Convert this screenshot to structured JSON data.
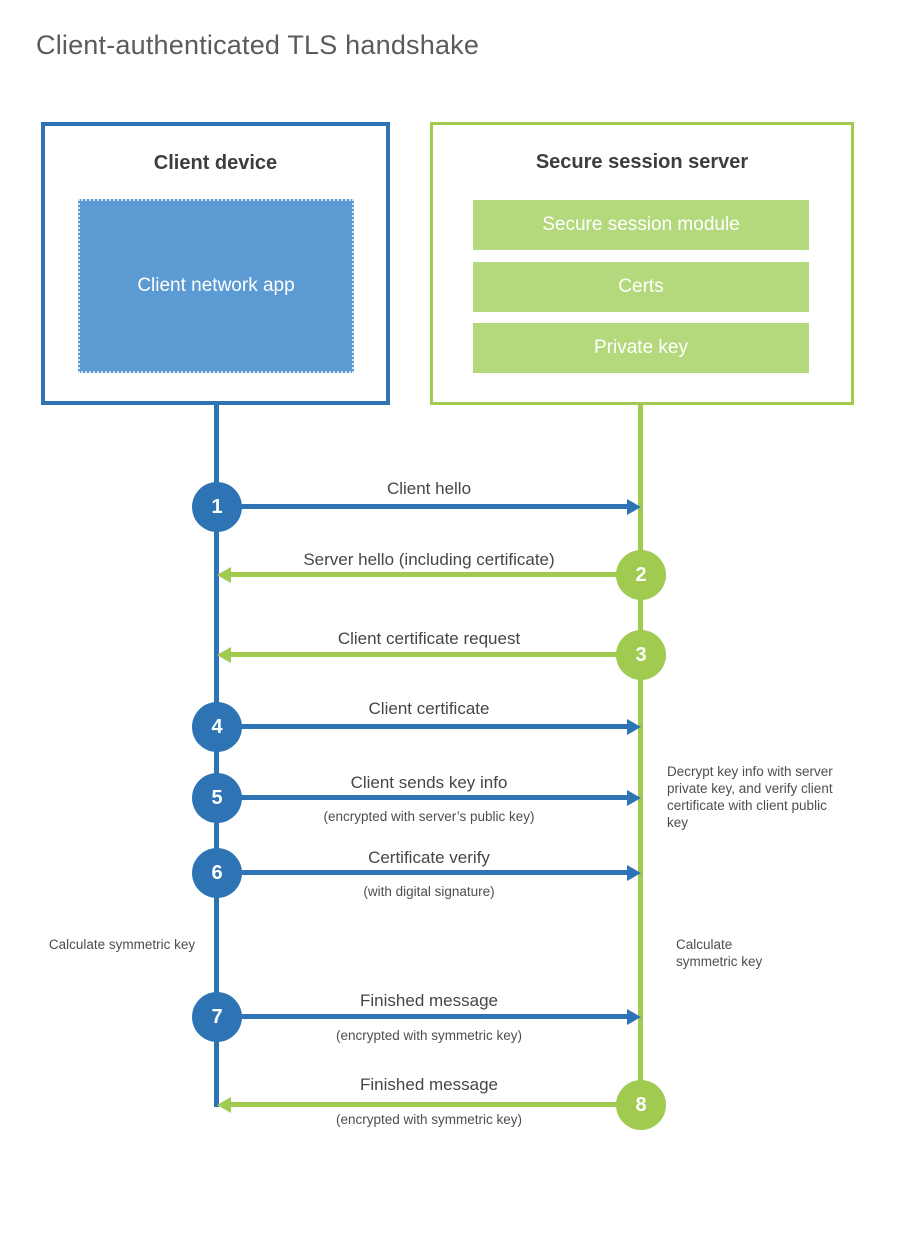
{
  "title": "Client-authenticated TLS handshake",
  "colors": {
    "blue": "#2e74b5",
    "blue_fill": "#5b9ad2",
    "green": "#a0cb50",
    "green_fill": "#b4d87c"
  },
  "client_box": {
    "title": "Client device",
    "app_label": "Client network app"
  },
  "server_box": {
    "title": "Secure session server",
    "modules": [
      "Secure session module",
      "Certs",
      "Private key"
    ]
  },
  "steps": [
    {
      "num": "1",
      "label": "Client hello",
      "sub": "",
      "direction": "right",
      "actor": "client"
    },
    {
      "num": "2",
      "label": "Server hello (including certificate)",
      "sub": "",
      "direction": "left",
      "actor": "server"
    },
    {
      "num": "3",
      "label": "Client certificate request",
      "sub": "",
      "direction": "left",
      "actor": "server"
    },
    {
      "num": "4",
      "label": "Client certificate",
      "sub": "",
      "direction": "right",
      "actor": "client"
    },
    {
      "num": "5",
      "label": "Client sends key info",
      "sub": "(encrypted with server’s public key)",
      "direction": "right",
      "actor": "client"
    },
    {
      "num": "6",
      "label": "Certificate verify",
      "sub": "(with digital signature)",
      "direction": "right",
      "actor": "client"
    },
    {
      "num": "7",
      "label": "Finished message",
      "sub": "(encrypted with symmetric key)",
      "direction": "right",
      "actor": "client"
    },
    {
      "num": "8",
      "label": "Finished message",
      "sub": "(encrypted with symmetric key)",
      "direction": "left",
      "actor": "server"
    }
  ],
  "notes": {
    "server_note": "Decrypt key info with server private key, and verify client certificate with client public key",
    "calc_left": "Calculate symmetric key",
    "calc_right": "Calculate symmetric key"
  }
}
